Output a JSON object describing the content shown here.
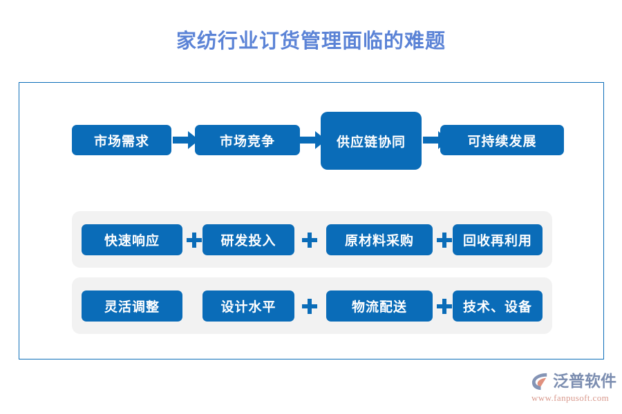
{
  "title": "家纺行业订货管理面临的难题",
  "colors": {
    "title_text": "#5b83d6",
    "node_blue": "#0a6cb8",
    "frame_border": "#0a6cb8",
    "band_background": "#f2f2f2",
    "node_text": "#ffffff",
    "logo_text": "#7b8db0",
    "logo_url": "#d99a8e",
    "logo_accent": "#e0917e",
    "page_background": "#ffffff"
  },
  "flow": {
    "nodes": [
      {
        "label": "市场需求",
        "emphasized": false
      },
      {
        "label": "市场竞争",
        "emphasized": false
      },
      {
        "label": "供应链协同",
        "emphasized": true
      },
      {
        "label": "可持续发展",
        "emphasized": false
      }
    ],
    "connectors": [
      {
        "icon": "arrow-right-icon"
      },
      {
        "icon": "arrow-right-icon"
      },
      {
        "icon": "arrow-right-icon"
      }
    ]
  },
  "bands": [
    {
      "tags": [
        {
          "label": "快速响应"
        },
        {
          "label": "研发投入"
        },
        {
          "label": "原材料采购"
        },
        {
          "label": "回收再利用"
        }
      ],
      "separators": [
        {
          "icon": "plus-icon",
          "visible": true
        },
        {
          "icon": "plus-icon",
          "visible": true
        },
        {
          "icon": "plus-icon",
          "visible": true
        }
      ]
    },
    {
      "tags": [
        {
          "label": "灵活调整"
        },
        {
          "label": "设计水平"
        },
        {
          "label": "物流配送"
        },
        {
          "label": "技术、设备"
        }
      ],
      "separators": [
        {
          "icon": "plus-icon",
          "visible": false
        },
        {
          "icon": "plus-icon",
          "visible": true
        },
        {
          "icon": "plus-icon",
          "visible": true
        }
      ]
    }
  ],
  "logo": {
    "mark": "fanpu-arc-logo-icon",
    "name": "泛普软件",
    "url": "www.fanpusoft.com"
  }
}
